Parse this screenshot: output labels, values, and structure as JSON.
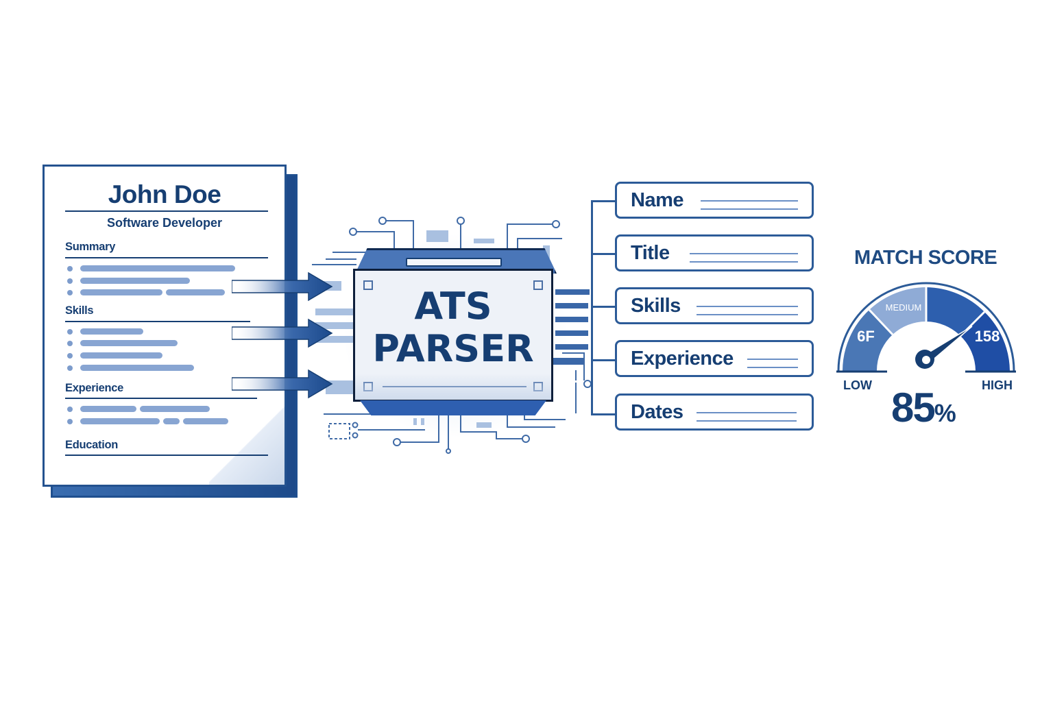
{
  "resume": {
    "name": "John Doe",
    "role": "Software Developer",
    "sections": [
      {
        "title": "Summary"
      },
      {
        "title": "Skills"
      },
      {
        "title": "Experience"
      },
      {
        "title": "Education"
      }
    ]
  },
  "parser": {
    "line1": "ATS",
    "line2": "PARSER"
  },
  "fields": [
    {
      "label": "Name"
    },
    {
      "label": "Title"
    },
    {
      "label": "Skills"
    },
    {
      "label": "Experience"
    },
    {
      "label": "Dates"
    }
  ],
  "gauge": {
    "title": "MATCH SCORE",
    "segments": [
      "6F",
      "MEDIUM",
      "",
      "158"
    ],
    "low_label": "LOW",
    "high_label": "HIGH",
    "value": "85",
    "unit": "%"
  },
  "colors": {
    "navy": "#163e72",
    "primary": "#2c5b98",
    "light": "#88a5d2",
    "seg_low": "#4a77b5",
    "seg_medium": "#8fabd6",
    "seg_upper": "#2d5fae",
    "seg_high": "#1f4ea5"
  }
}
